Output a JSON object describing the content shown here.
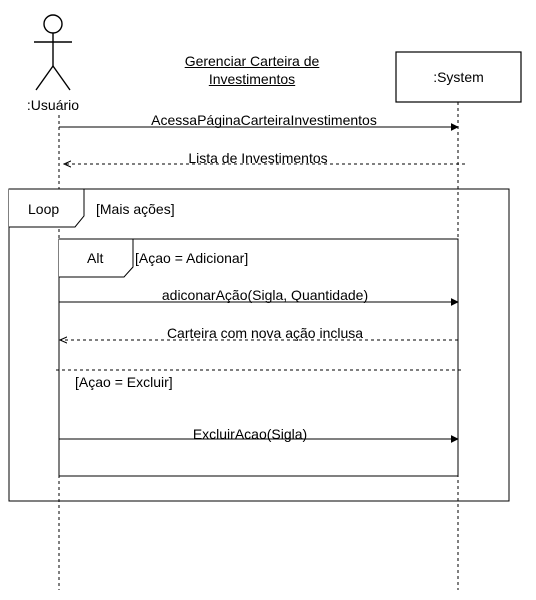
{
  "title": {
    "line1": "Gerenciar Carteira de",
    "line2": "Investimentos"
  },
  "actor": {
    "name": ":Usuário"
  },
  "system": {
    "name": ":System"
  },
  "messages": {
    "access": "AcessaPáginaCarteiraInvestimentos",
    "list": "Lista de Investimentos",
    "add": "adiconarAção(Sigla, Quantidade)",
    "add_return": "Carteira com nova ação inclusa",
    "delete": "ExcluirAcao(Sigla)"
  },
  "loop": {
    "tag": "Loop",
    "guard": "[Mais ações]"
  },
  "alt": {
    "tag": "Alt",
    "guard_add": "[Açao = Adicionar]",
    "guard_delete": "[Açao = Excluir]"
  }
}
